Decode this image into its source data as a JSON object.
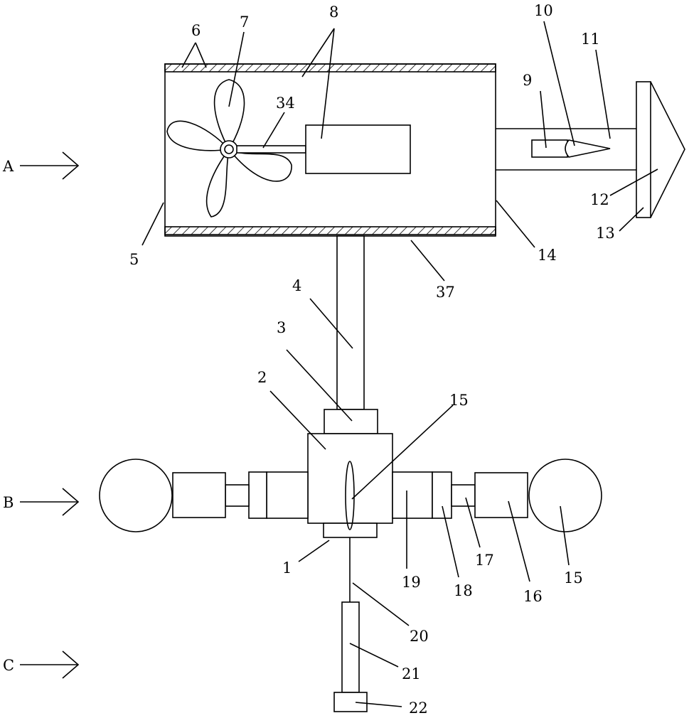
{
  "diagram": {
    "section_markers": [
      "A",
      "B",
      "C"
    ],
    "part_labels": {
      "p1": "1",
      "p2": "2",
      "p3": "3",
      "p4": "4",
      "p5": "5",
      "p6": "6",
      "p7": "7",
      "p8": "8",
      "p9": "9",
      "p10": "10",
      "p11": "11",
      "p12": "12",
      "p13": "13",
      "p14": "14",
      "p15a": "15",
      "p15b": "15",
      "p16": "16",
      "p17": "17",
      "p18": "18",
      "p19": "19",
      "p20": "20",
      "p21": "21",
      "p22": "22",
      "p34": "34",
      "p37": "37"
    }
  }
}
